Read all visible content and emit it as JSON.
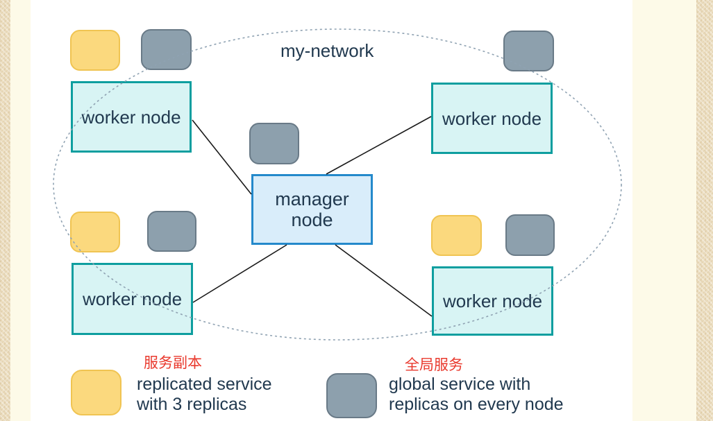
{
  "page": {
    "background_color": "#fdfae8",
    "texture_color": "#ecdec0"
  },
  "diagram": {
    "network_label": "my-network",
    "manager_node": {
      "label": "manager node"
    },
    "worker_nodes": [
      {
        "position": "top-left",
        "label": "worker node"
      },
      {
        "position": "top-right",
        "label": "worker node"
      },
      {
        "position": "bottom-left",
        "label": "worker node"
      },
      {
        "position": "bottom-right",
        "label": "worker node"
      }
    ],
    "legend": {
      "replicated": {
        "annotation_cn": "服务副本",
        "line1": "replicated service",
        "line2": "with 3 replicas"
      },
      "global": {
        "annotation_cn": "全局服务",
        "line1": "global service with",
        "line2": "replicas on every node"
      }
    },
    "colors": {
      "replicated_fill": "#fbd97e",
      "replicated_border": "#f0c452",
      "global_fill": "#8da0ad",
      "global_border": "#697a87",
      "worker_fill": "#d8f4f4",
      "worker_border": "#0e9e9f",
      "manager_fill": "#d9edfa",
      "manager_border": "#2489cb",
      "label_text": "#21394f",
      "annotation_red": "#e9392d",
      "network_outline": "#8fa2b2",
      "connector": "#1a1a1a"
    }
  }
}
